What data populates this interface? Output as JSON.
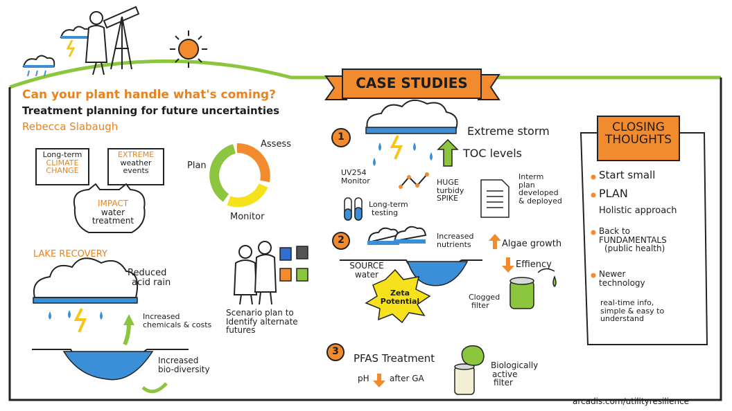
{
  "header": {
    "title": "Can your plant handle what's coming?",
    "subtitle": "Treatment planning for future uncertainties",
    "author": "Rebecca Slabaugh"
  },
  "left": {
    "box_climate": [
      "Long-term",
      "CLIMATE",
      "CHANGE"
    ],
    "box_extreme": [
      "EXTREME",
      "weather",
      "events"
    ],
    "impact": [
      "IMPACT",
      "water",
      "treatment"
    ],
    "cycle": {
      "assess": "Assess",
      "plan": "Plan",
      "monitor": "Monitor"
    },
    "lake_title": "LAKE RECOVERY",
    "reduced": [
      "Reduced",
      "acid rain"
    ],
    "increased_chem": [
      "Increased",
      "chemicals & costs"
    ],
    "biodiversity": [
      "Increased",
      "bio-diversity"
    ],
    "scenario": [
      "Scenario plan to",
      "Identify alternate",
      "futures"
    ]
  },
  "case_studies": {
    "banner": "CASE STUDIES",
    "n1": "1",
    "n2": "2",
    "n3": "3",
    "c1": {
      "storm": "Extreme storm",
      "toc": "TOC levels",
      "uv": [
        "UV254",
        "Monitor"
      ],
      "spike": [
        "HUGE",
        "turbidy",
        "SPIKE"
      ],
      "testing": [
        "Long-term",
        "testing"
      ],
      "plan": [
        "Interm",
        "plan",
        "developed",
        "& deployed"
      ]
    },
    "c2": {
      "nutrients": [
        "Increased",
        "nutrients"
      ],
      "algae": "Algae growth",
      "efficiency": "Effiency",
      "source": [
        "SOURCE",
        "water"
      ],
      "zeta": [
        "Zeta",
        "Potential"
      ],
      "clogged": [
        "Clogged",
        "filter"
      ]
    },
    "c3": {
      "pfas": "PFAS Treatment",
      "ph": "pH",
      "after": "after GA",
      "bio": [
        "Biologically",
        "active",
        "filter"
      ]
    }
  },
  "closing": {
    "title": [
      "CLOSING",
      "THOUGHTS"
    ],
    "b1": "Start small",
    "b2a": "PLAN",
    "b2b": "Holistic approach",
    "b3": [
      "Back to",
      "FUNDAMENTALS",
      "(public health)"
    ],
    "b4": [
      "Newer",
      "technology"
    ],
    "b4b": [
      "real-time info,",
      "simple & easy to",
      "understand"
    ]
  },
  "footer": {
    "url": "arcadis.com/utilityresilience"
  },
  "colors": {
    "orange": "#e8821f",
    "green": "#8cc63f",
    "blue": "#3b8fd9",
    "yellow": "#f5e11c",
    "banner": "#f28a2e"
  }
}
